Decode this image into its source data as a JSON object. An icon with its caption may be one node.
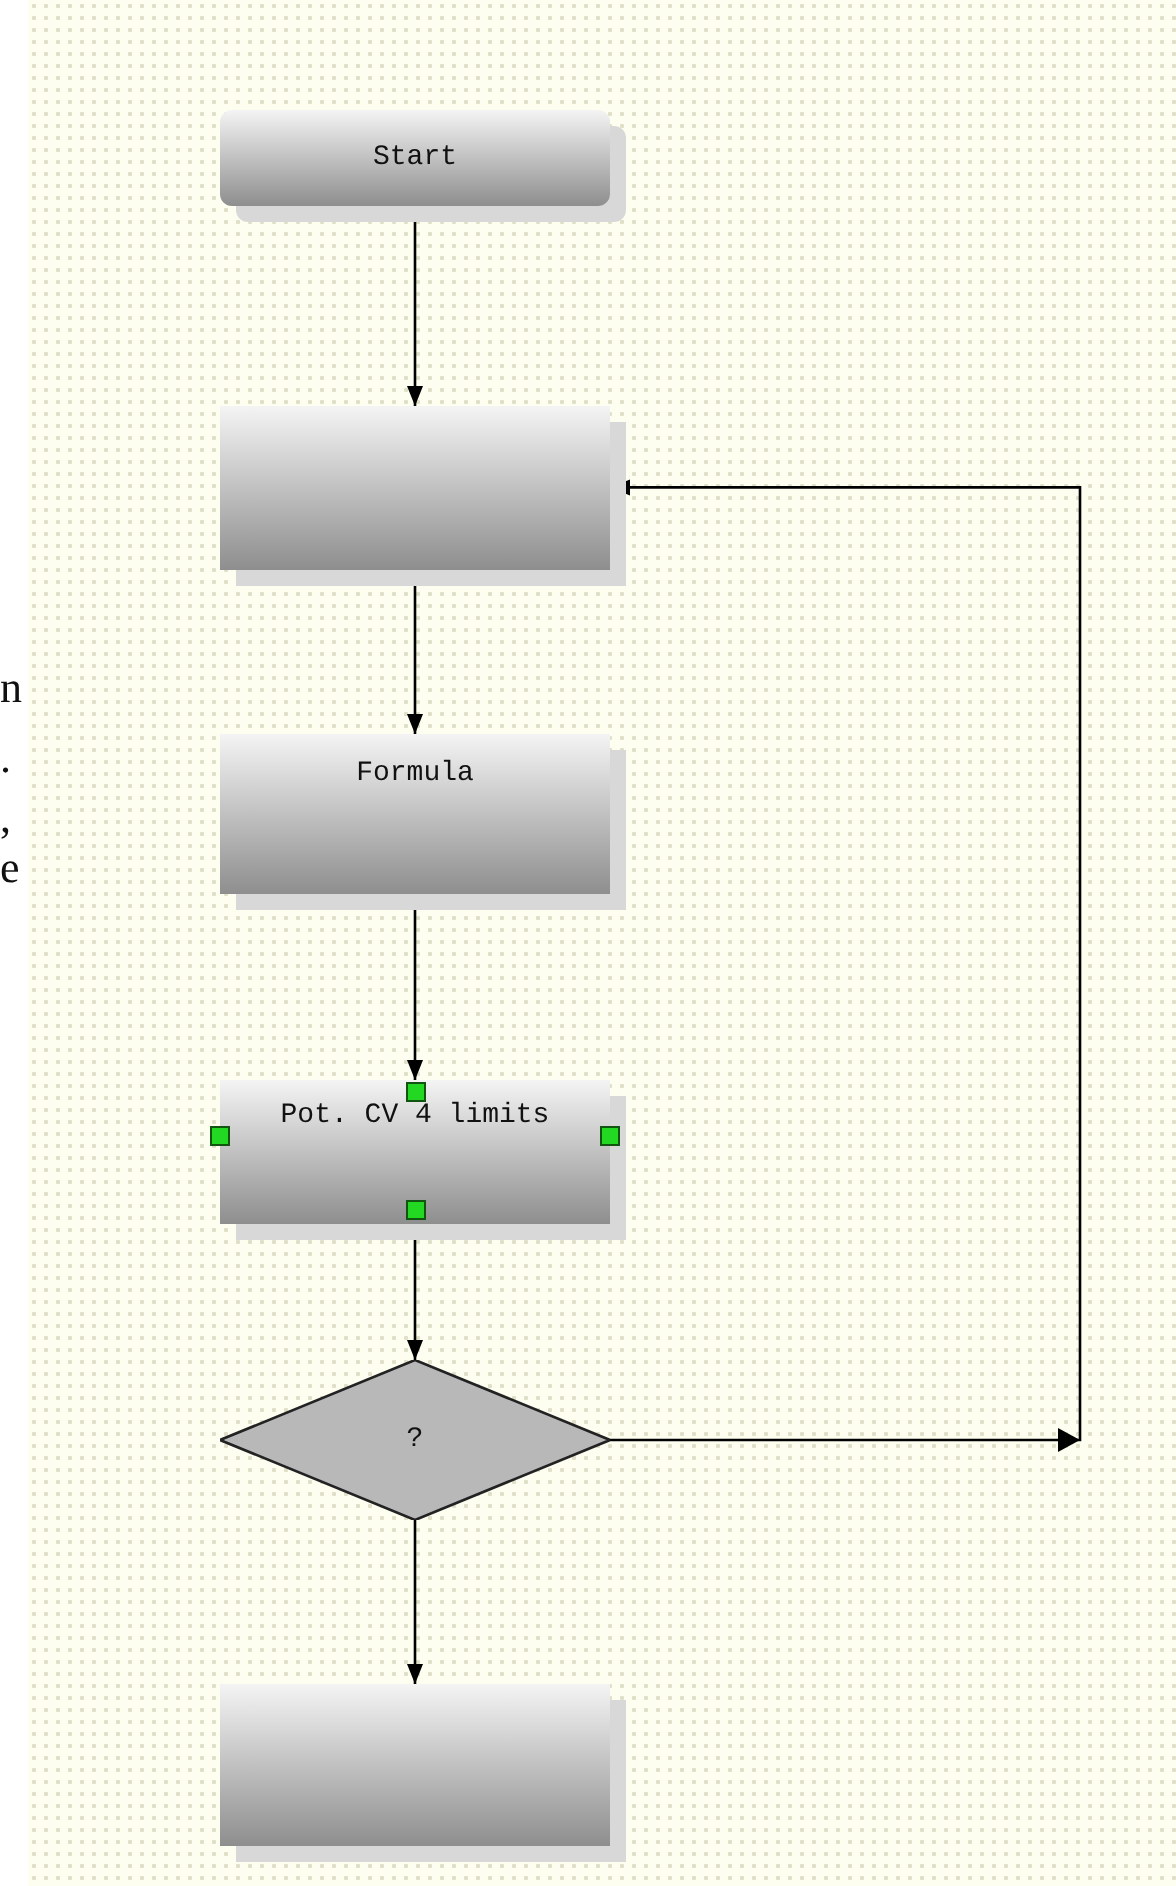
{
  "diagram": {
    "nodes": [
      {
        "text": [
          "Start"
        ]
      },
      {
        "text": [],
        "shape": "box"
      },
      {
        "text": [
          "Formula"
        ]
      },
      {
        "text": [
          "Pot. CV 4 limits"
        ]
      },
      {
        "text": [
          "?"
        ]
      },
      {
        "text": [],
        "shape": "box"
      }
    ],
    "edges": [
      {
        "from": 0,
        "to": 1,
        "arrow": "to"
      },
      {
        "from": 1,
        "to": 2,
        "arrow": "to"
      },
      {
        "from": 2,
        "to": 3,
        "arrow": "to"
      },
      {
        "from": 3,
        "to": 4,
        "arrow": "to"
      },
      {
        "from": 4,
        "to": 5,
        "arrow": "to"
      },
      {
        "from": 4,
        "to": 1,
        "arrow": "to"
      }
    ],
    "labels": [
      "n",
      ".",
      ",",
      "e"
    ]
  }
}
